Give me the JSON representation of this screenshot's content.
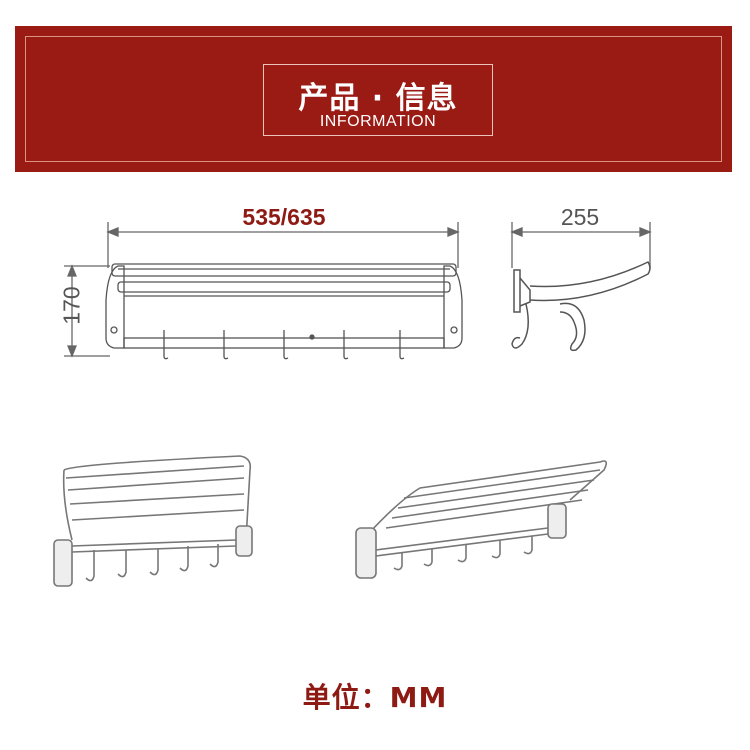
{
  "header": {
    "title_cn": "产品 · 信息",
    "title_en": "INFORMATION"
  },
  "dimensions": {
    "width_label": "535/635",
    "depth_label": "255",
    "height_label": "170"
  },
  "footer": {
    "unit_label": "单位：MM"
  },
  "colors": {
    "brand_red": "#9a1a14",
    "text_red": "#8e1a14",
    "line_gray": "#555555"
  }
}
